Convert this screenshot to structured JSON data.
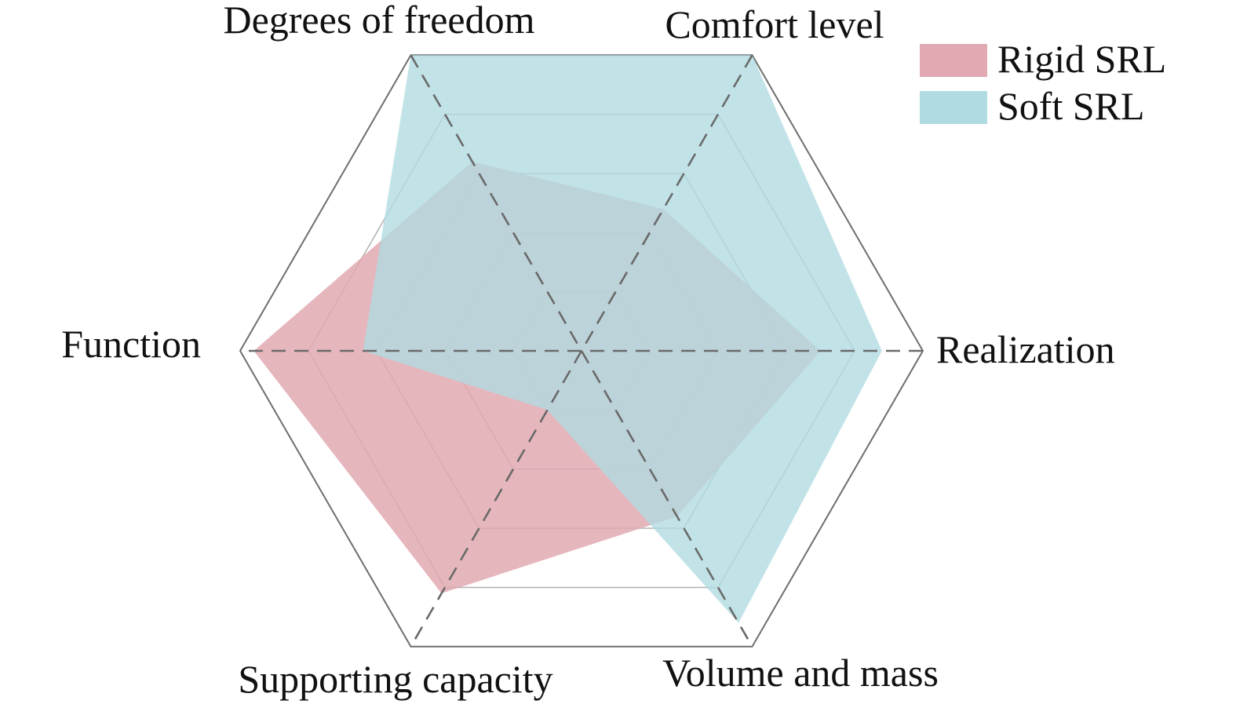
{
  "chart_data": {
    "type": "radar",
    "title": "",
    "axes": [
      "Realization",
      "Comfort level",
      "Degrees of freedom",
      "Function",
      "Supporting capacity",
      "Volume and mass"
    ],
    "range": [
      0,
      5
    ],
    "grid_levels": 5,
    "grid": true,
    "legend": "top-right",
    "series": [
      {
        "name": "Rigid SRL",
        "color": "#e2a9b2",
        "values": [
          3.5,
          2.4,
          3.2,
          4.8,
          4.1,
          2.8
        ]
      },
      {
        "name": "Soft SRL",
        "color": "#b0dbe2",
        "values": [
          4.4,
          5.0,
          5.0,
          3.2,
          1.0,
          4.6
        ]
      }
    ]
  }
}
